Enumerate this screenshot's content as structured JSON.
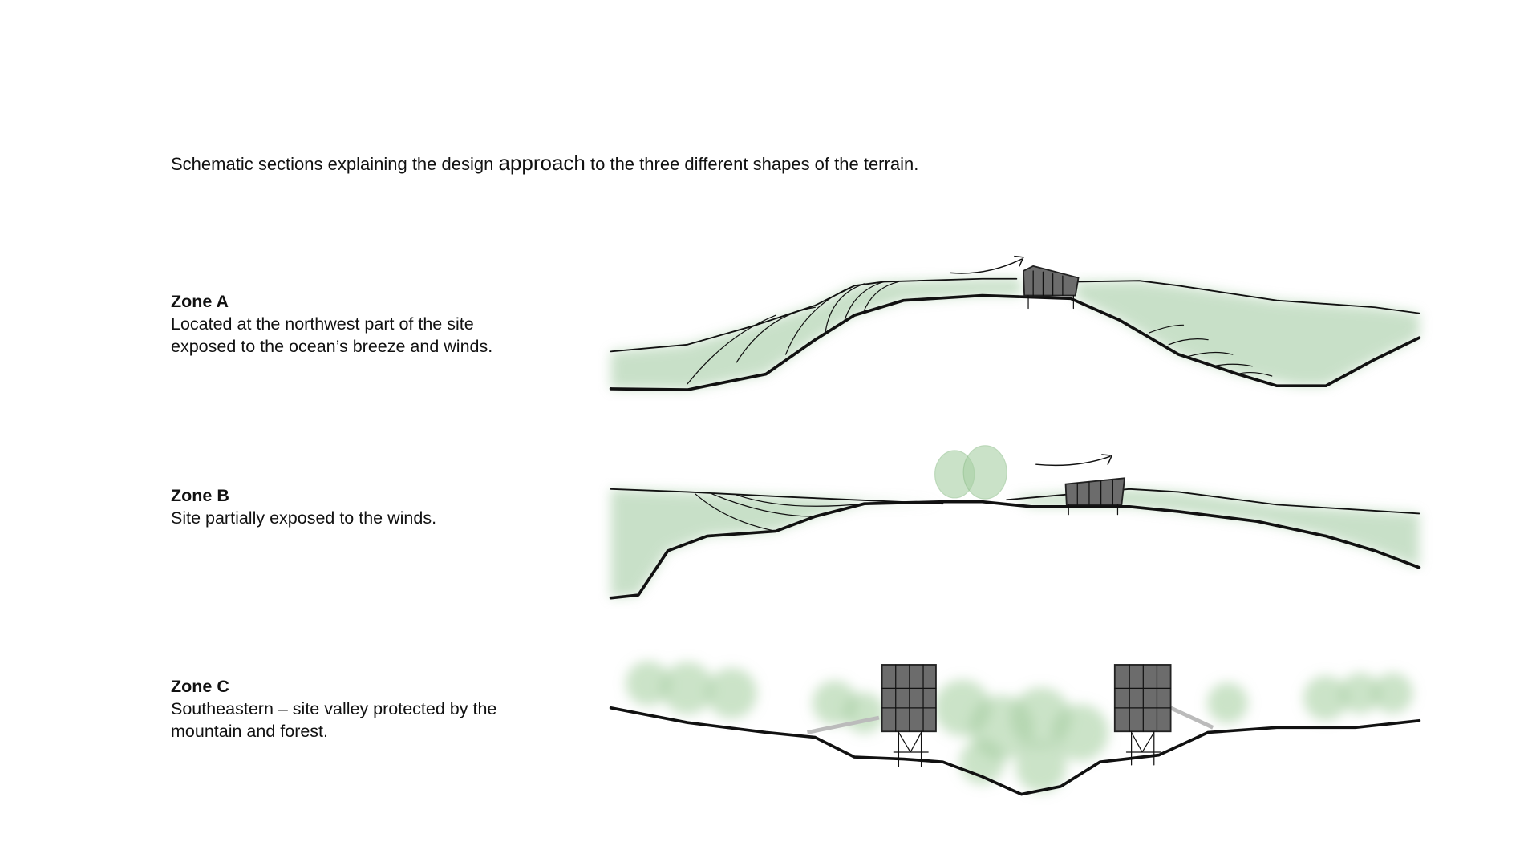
{
  "title": {
    "before": "Schematic sections explaining the design ",
    "emphasis": "approach",
    "after": " to the three different shapes of the terrain."
  },
  "zones": [
    {
      "heading": "Zone A",
      "lines": [
        "Located at the northwest part of the site",
        "exposed to the ocean’s breeze and winds."
      ]
    },
    {
      "heading": "Zone B",
      "lines": [
        "Site partially exposed to the winds."
      ]
    },
    {
      "heading": "Zone C",
      "lines": [
        "Southeastern – site valley protected by the",
        "mountain and forest."
      ]
    }
  ],
  "colors": {
    "vegetation": "#9cc79c",
    "cabin": "#6c6c6c",
    "ink": "#111111"
  }
}
